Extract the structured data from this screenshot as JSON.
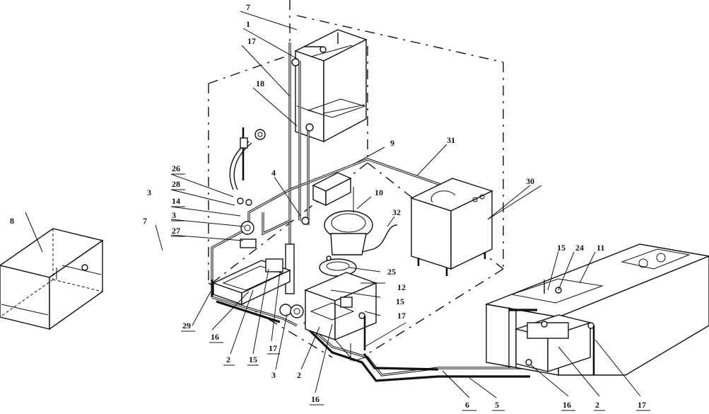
{
  "labels": {
    "l7a": "7",
    "l1": "1",
    "l17a": "17",
    "l18": "18",
    "l9": "9",
    "l31": "31",
    "l26": "26",
    "l28": "28",
    "l3a": "3",
    "l14": "14",
    "l3b": "3",
    "l7b": "7",
    "l27": "27",
    "l8": "8",
    "l4": "4",
    "l10": "10",
    "l30": "30",
    "l32": "32",
    "l25": "25",
    "l12": "12",
    "l15a": "15",
    "l17b": "17",
    "l15b": "15",
    "l24": "24",
    "l11": "11",
    "l29": "29",
    "l16a": "16",
    "l2a": "2",
    "l15c": "15",
    "l17c": "17",
    "l3c": "3",
    "l2b": "2",
    "l16b": "16",
    "l6": "6",
    "l5": "5",
    "l16c": "16",
    "l2c": "2",
    "l17d": "17"
  }
}
